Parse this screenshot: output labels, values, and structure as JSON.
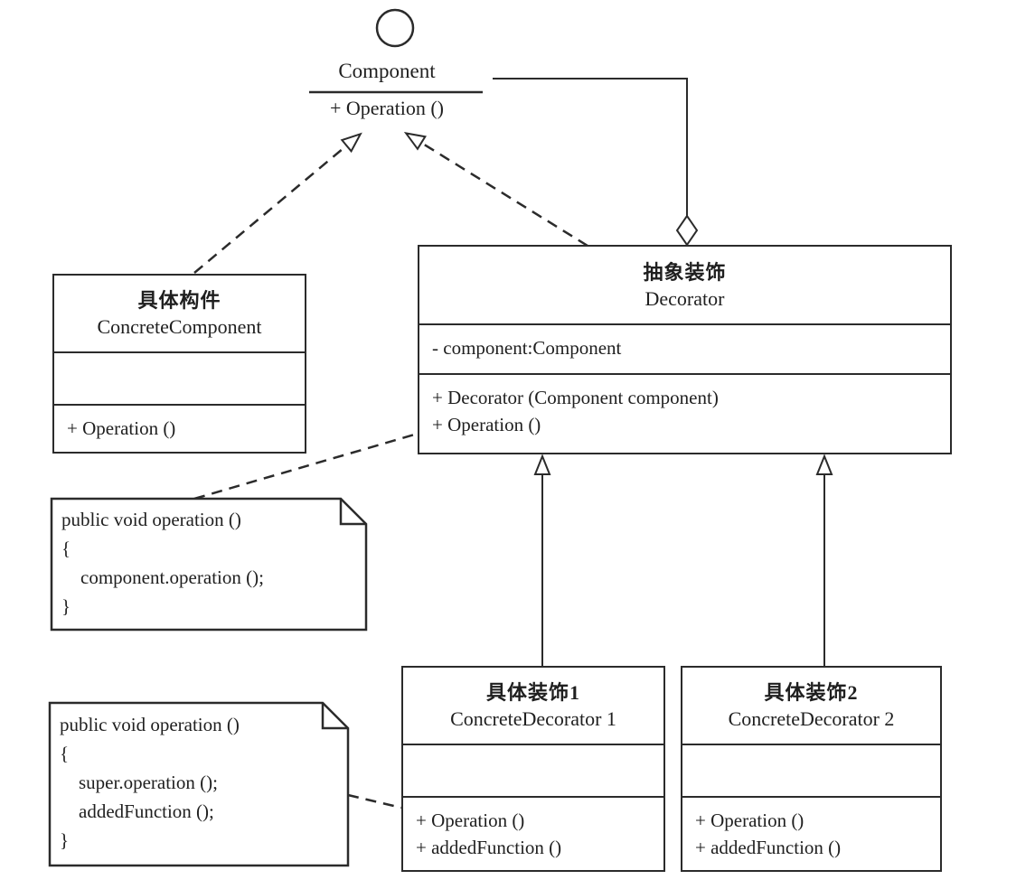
{
  "diagram_title": "Decorator pattern UML class diagram",
  "interface": {
    "name": "Component",
    "operation": "+ Operation ()"
  },
  "classes": {
    "concrete_component": {
      "name_zh": "具体构件",
      "name_en": "ConcreteComponent",
      "attributes": [],
      "methods": [
        "+ Operation ()"
      ]
    },
    "decorator": {
      "name_zh": "抽象装饰",
      "name_en": "Decorator",
      "attributes": [
        "- component:Component"
      ],
      "methods": [
        "+ Decorator (Component component)",
        "+ Operation ()"
      ]
    },
    "concrete_decorator_1": {
      "name_zh": "具体装饰1",
      "name_en": "ConcreteDecorator  1",
      "attributes": [],
      "methods": [
        "+ Operation ()",
        "+ addedFunction ()"
      ]
    },
    "concrete_decorator_2": {
      "name_zh": "具体装饰2",
      "name_en": "ConcreteDecorator  2",
      "attributes": [],
      "methods": [
        "+ Operation ()",
        "+ addedFunction ()"
      ]
    }
  },
  "notes": {
    "note1": {
      "lines": [
        "public void operation ()",
        "{",
        "    component.operation ();",
        "}"
      ]
    },
    "note2": {
      "lines": [
        "public void operation ()",
        "{",
        "    super.operation ();",
        "    addedFunction ();",
        "}"
      ]
    }
  },
  "relationships": {
    "realization_1": "ConcreteComponent ..|> Component",
    "realization_2": "Decorator ..|> Component",
    "generalization_1": "ConcreteDecorator 1 --|> Decorator",
    "generalization_2": "ConcreteDecorator 2 --|> Decorator",
    "aggregation": "Decorator o-- Component"
  },
  "colors": {
    "line": "#2b2b2b",
    "background": "#ffffff",
    "text": "#1f1f1f"
  }
}
